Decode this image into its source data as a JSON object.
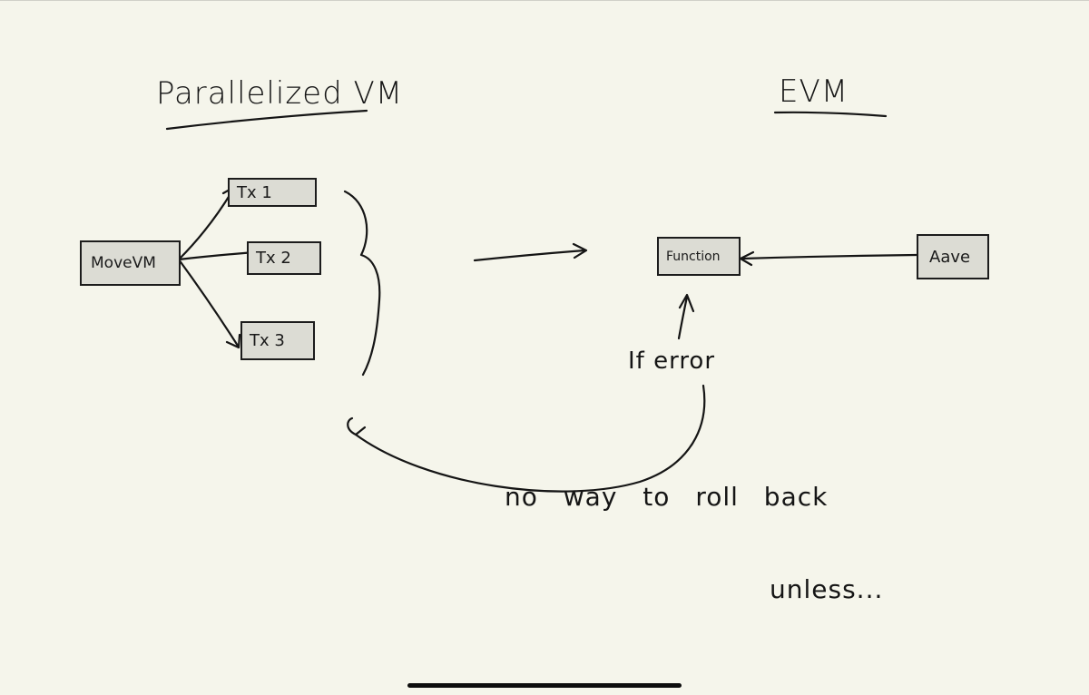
{
  "left_section": {
    "title": "Parallelized VM",
    "source_box": "MoveVM",
    "transactions": [
      "Tx 1",
      "Tx 2",
      "Tx 3"
    ]
  },
  "right_section": {
    "title": "EVM",
    "function_box": "Function",
    "caller_box": "Aave",
    "error_label": "If error"
  },
  "notes": {
    "rollback": "no way to roll back",
    "unless": "unless..."
  },
  "colors": {
    "background": "#f5f5eb",
    "box_fill": "#dcdcd4",
    "ink": "#151515"
  }
}
